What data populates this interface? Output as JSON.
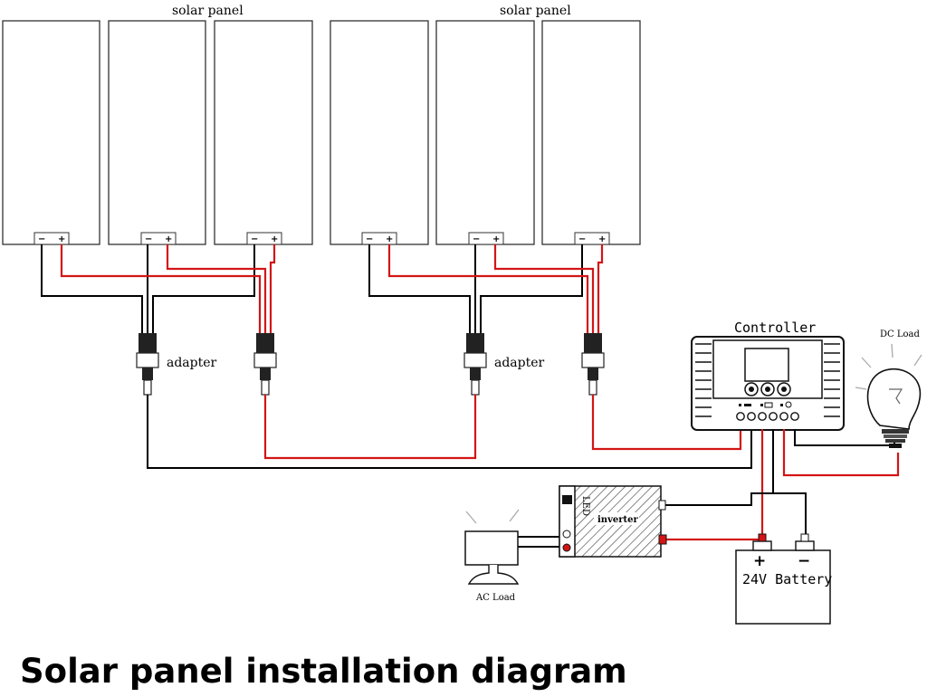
{
  "groups": [
    {
      "label": "solar panel"
    },
    {
      "label": "solar panel"
    }
  ],
  "panel_terminals": {
    "minus": "−",
    "plus": "+"
  },
  "adapter_label": "adapter",
  "controller": {
    "label": "Controller"
  },
  "dc_load": {
    "label": "DC Load"
  },
  "inverter": {
    "label": "inverter",
    "side_text": "LED"
  },
  "ac_load": {
    "label": "AC Load"
  },
  "battery": {
    "label": "24V Battery",
    "plus": "+",
    "minus": "−"
  },
  "caption": "Solar panel installation diagram",
  "colors": {
    "positive_wire": "#d31515",
    "negative_wire": "#000000"
  }
}
